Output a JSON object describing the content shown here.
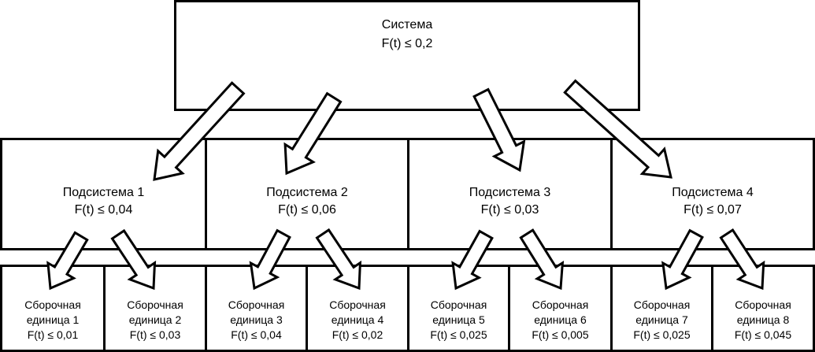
{
  "system": {
    "name": "Система",
    "value": "F(t) ≤ 0,2"
  },
  "subsystems": [
    {
      "name": "Подсистема 1",
      "value": "F(t) ≤ 0,04"
    },
    {
      "name": "Подсистема 2",
      "value": "F(t) ≤ 0,06"
    },
    {
      "name": "Подсистема 3",
      "value": "F(t) ≤ 0,03"
    },
    {
      "name": "Подсистема 4",
      "value": "F(t) ≤ 0,07"
    }
  ],
  "assemblies": [
    {
      "line1": "Сборочная",
      "line2": "единица 1",
      "value": "F(t) ≤ 0,01"
    },
    {
      "line1": "Сборочная",
      "line2": "единица 2",
      "value": "F(t) ≤ 0,03"
    },
    {
      "line1": "Сборочная",
      "line2": "единица 3",
      "value": "F(t) ≤ 0,04"
    },
    {
      "line1": "Сборочная",
      "line2": "единица 4",
      "value": "F(t) ≤ 0,02"
    },
    {
      "line1": "Сборочная",
      "line2": "единица 5",
      "value": "F(t) ≤ 0,025"
    },
    {
      "line1": "Сборочная",
      "line2": "единица 6",
      "value": "F(t) ≤ 0,005"
    },
    {
      "line1": "Сборочная",
      "line2": "единица 7",
      "value": "F(t) ≤ 0,025"
    },
    {
      "line1": "Сборочная",
      "line2": "единица 8",
      "value": "F(t) ≤ 0,045"
    }
  ]
}
